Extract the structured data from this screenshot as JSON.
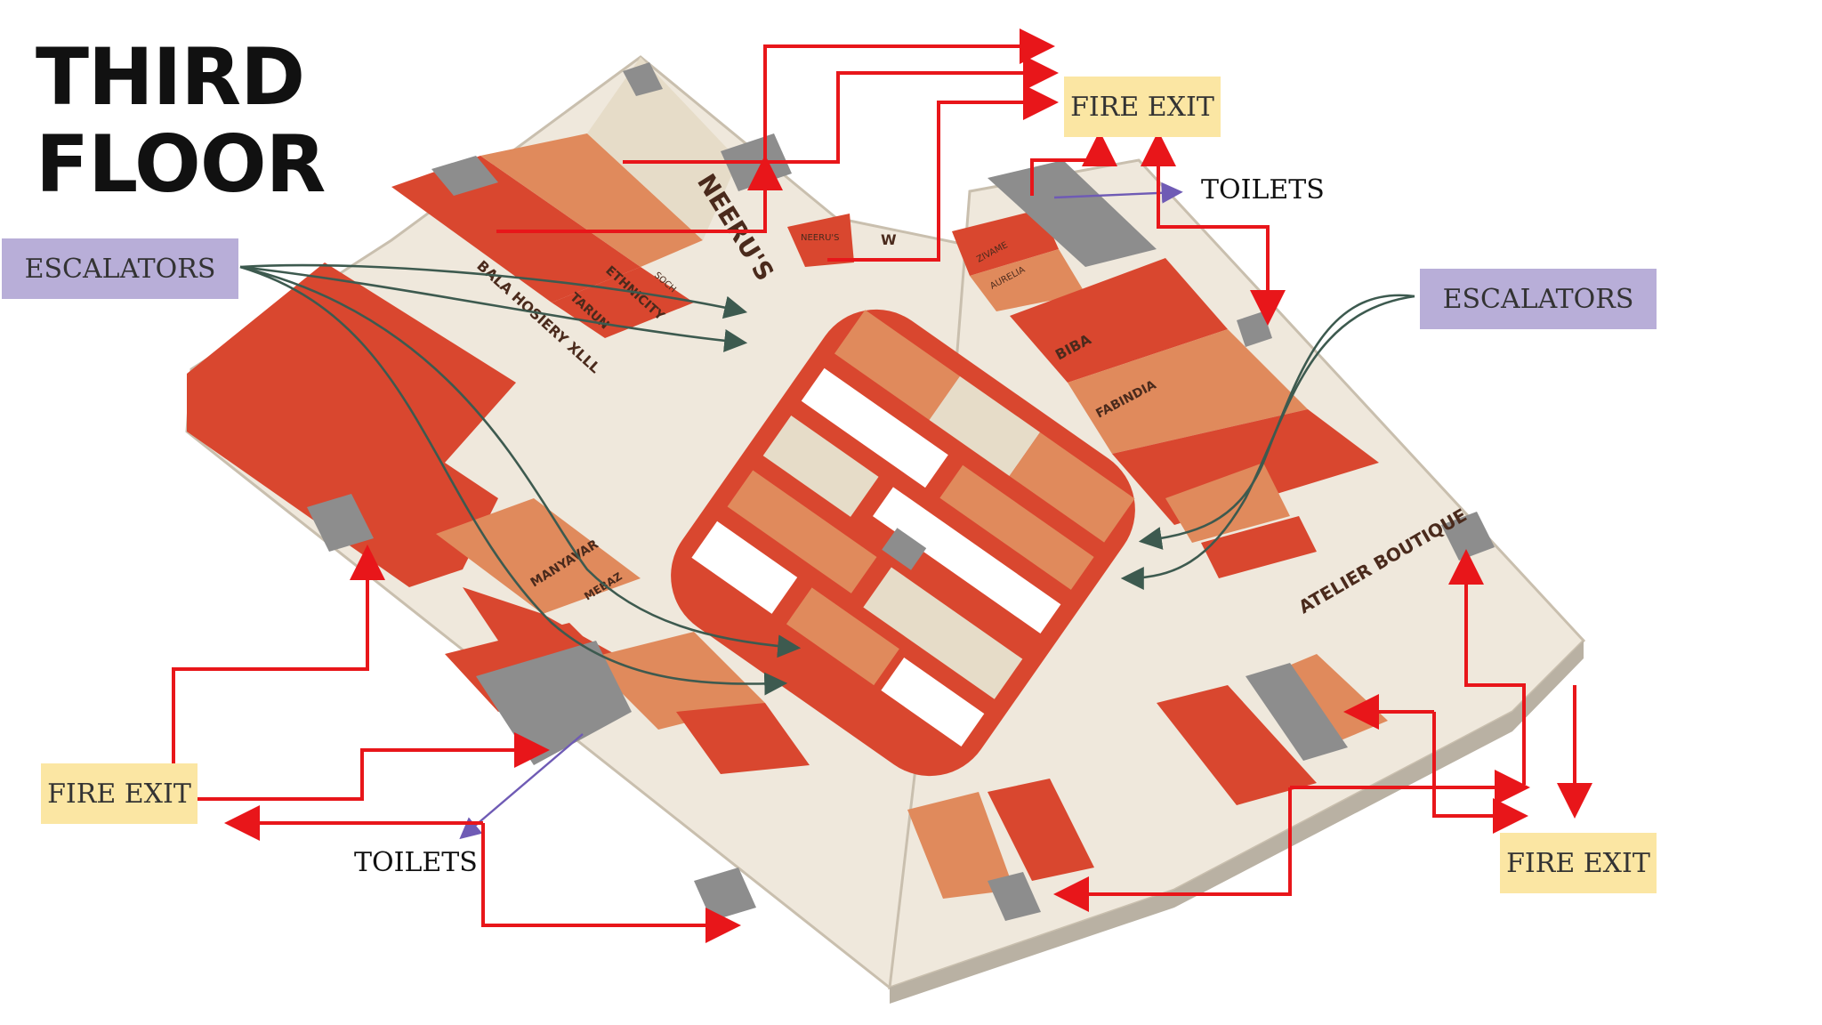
{
  "title": {
    "line1": "THIRD",
    "line2": "FLOOR"
  },
  "callouts": {
    "escalators_left": "ESCALATORS",
    "escalators_right": "ESCALATORS",
    "fire_exit_top": "FIRE EXIT",
    "fire_exit_left": "FIRE EXIT",
    "fire_exit_right": "FIRE EXIT",
    "toilets_top": "TOILETS",
    "toilets_bottom": "TOILETS"
  },
  "stores": {
    "neerus": "NEERU'S",
    "neerus_small": "NEERU'S",
    "w": "W",
    "bala_hosiery": "BALA HOSIERY XLLL",
    "tarun": "TARUN",
    "ethnicity": "ETHNICITY",
    "biba": "BIBA",
    "fabindia": "FABINDIA",
    "manyavar": "MANYAVAR",
    "mebaz": "MEBAZ",
    "atelier": "ATELIER BOUTIQUE",
    "aurelia": "AURELIA",
    "zivame": "ZIVAME",
    "soch": "SOCH"
  },
  "colors": {
    "floor": "#efe8dc",
    "store_red": "#d9472f",
    "store_orange": "#e08a5c",
    "store_beige": "#e6dcc8",
    "service_gray": "#8d8d8d",
    "exit_arrow": "#e8161a",
    "escalator_arrow": "#3d5a4f",
    "toilet_arrow": "#6f5bb5"
  }
}
